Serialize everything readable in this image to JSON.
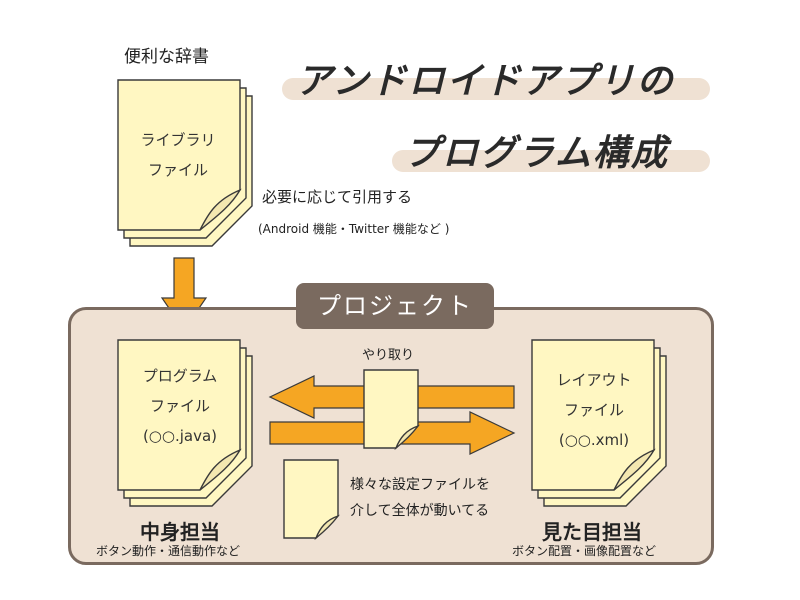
{
  "title": {
    "line1": "アンドロイドアプリの",
    "line2": "プログラム構成"
  },
  "library": {
    "caption": "便利な辞書",
    "doc_line1": "ライブラリ",
    "doc_line2": "ファイル",
    "note1": "必要に応じて引用する",
    "note2": "(Android 機能・Twitter 機能など )"
  },
  "project": {
    "tag": "プロジェクト",
    "exchange_label": "やり取り",
    "program": {
      "doc_line1": "プログラム",
      "doc_line2": "ファイル",
      "doc_line3": "(○○.java)",
      "role": "中身担当",
      "role_desc": "ボタン動作・通信動作など"
    },
    "layout": {
      "doc_line1": "レイアウト",
      "doc_line2": "ファイル",
      "doc_line3": "(○○.xml)",
      "role": "見た目担当",
      "role_desc": "ボタン配置・画像配置など"
    },
    "settings_note1": "様々な設定ファイルを",
    "settings_note2": "介して全体が動いてる"
  },
  "colors": {
    "paper": "#fff7c2",
    "paper_stroke": "#3a3a3a",
    "arrow": "#f5a623",
    "project_bg": "#efe1d3",
    "project_border": "#7a6a5f"
  }
}
